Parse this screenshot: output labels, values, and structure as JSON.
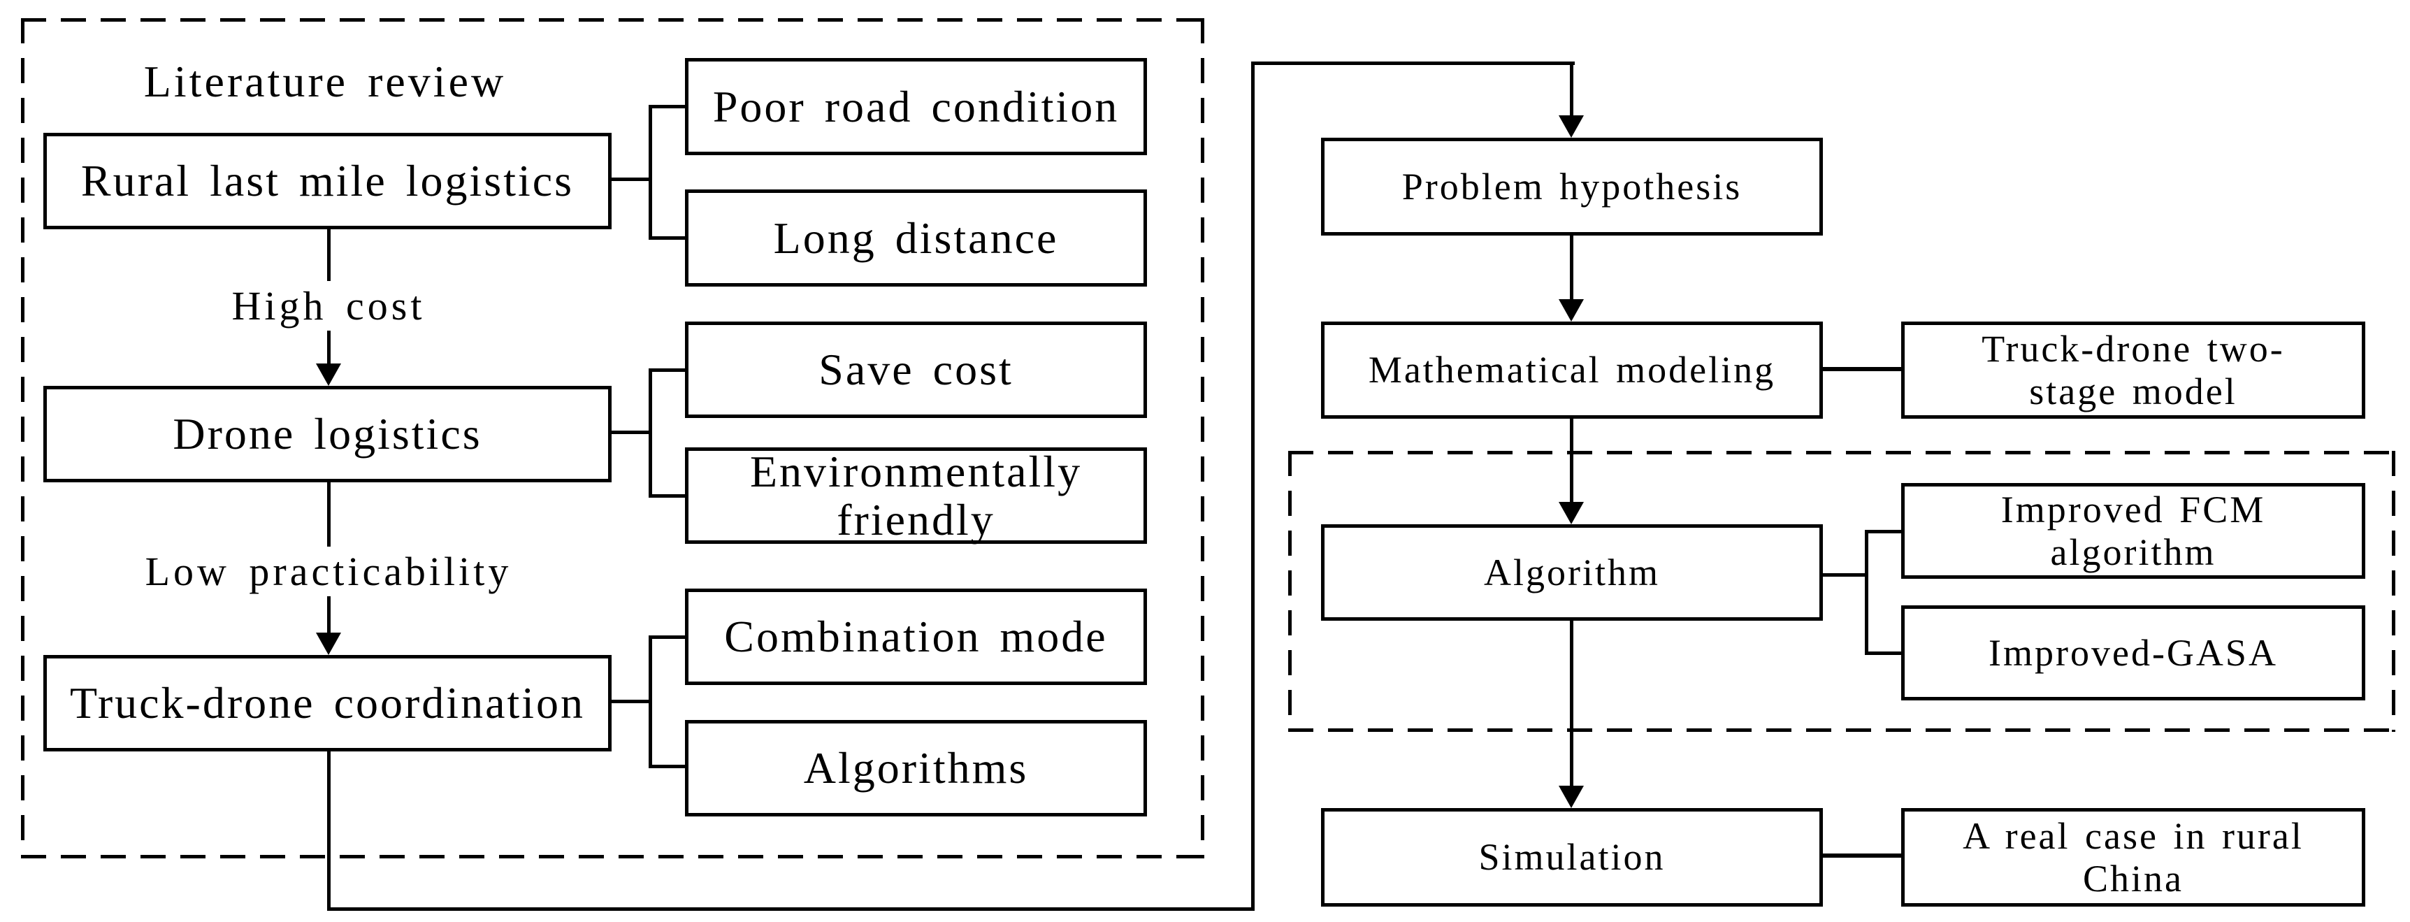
{
  "figure": {
    "background": "#ffffff",
    "line_color": "#000000",
    "title": "Literature review",
    "nodes": {
      "rural": {
        "label": "Rural last mile logistics"
      },
      "poor_road": {
        "label": "Poor road condition"
      },
      "long_distance": {
        "label": "Long distance"
      },
      "drone": {
        "label": "Drone logistics"
      },
      "save_cost": {
        "label": "Save cost"
      },
      "env_friendly": {
        "line1": "Environmentally",
        "line2": "friendly"
      },
      "truck_drone": {
        "label": "Truck-drone coordination"
      },
      "combination_mode": {
        "label": "Combination mode"
      },
      "algorithms": {
        "label": "Algorithms"
      },
      "problem_hypothesis": {
        "label": "Problem hypothesis"
      },
      "mathematical_modeling": {
        "label": "Mathematical modeling"
      },
      "two_stage_model": {
        "line1": "Truck-drone two-",
        "line2": "stage model"
      },
      "algorithm": {
        "label": "Algorithm"
      },
      "improved_fcm": {
        "line1": "Improved FCM",
        "line2": "algorithm"
      },
      "improved_gasa": {
        "label": "Improved-GASA"
      },
      "simulation": {
        "label": "Simulation"
      },
      "real_case": {
        "line1": "A real case in rural",
        "line2": "China"
      }
    },
    "edge_labels": {
      "high_cost": "High cost",
      "low_practicability": "Low practicability"
    }
  }
}
